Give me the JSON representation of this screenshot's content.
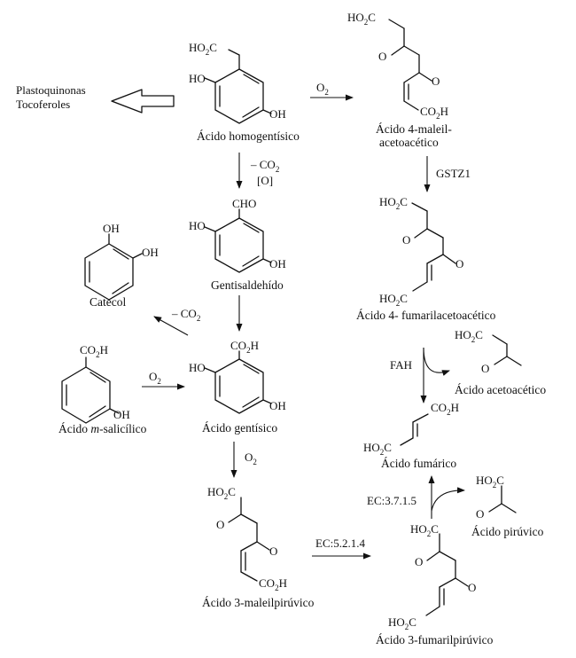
{
  "plastoquinonas": "Plastoquinonas",
  "tocoferoles": "Tocoferoles",
  "o2": "O",
  "o2_sub": "2",
  "minus_co": "– CO",
  "bracket_o": "[O]",
  "gstz1": "GSTZ1",
  "fah": "FAH",
  "ec_5214": "EC:5.2.1.4",
  "ec_3715": "EC:3.7.1.5",
  "atoms": {
    "ho": "HO",
    "oh": "OH",
    "o": "O",
    "cho": "CHO",
    "ho2c_main": "HO",
    "ho2c_c": "C",
    "co2h_co": "CO",
    "co2h_h": "H",
    "sub2": "2"
  },
  "names": {
    "homogentisico": "Ácido homogentísico",
    "maleil_1": "Ácido 4-maleil-",
    "maleil_2": "acetoacético",
    "fumarilaceto": "Ácido 4- fumarilacetoacético",
    "gentisaldehido": "Gentisaldehído",
    "catecol": "Catecol",
    "acetoacetico": "Ácido acetoacético",
    "salicilico_pre": "Ácido ",
    "salicilico_m": "m",
    "salicilico_post": "-salicílico",
    "gentisico": "Ácido gentísico",
    "fumarico": "Ácido fumárico",
    "piruvico": "Ácido pirúvico",
    "maleilpiruvico": "Ácido 3-maleilpirúvico",
    "fumarilpiruvico": "Ácido 3-fumarilpirúvico"
  }
}
